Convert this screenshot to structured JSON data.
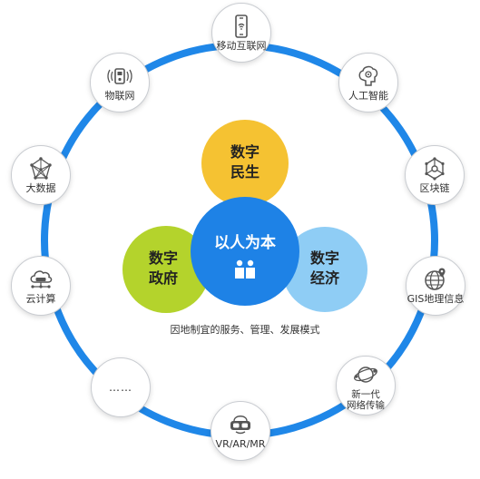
{
  "center": {
    "people": "以人为本",
    "livelihood": [
      "数字",
      "民生"
    ],
    "government": [
      "数字",
      "政府"
    ],
    "economy": [
      "数字",
      "经济"
    ],
    "caption": "因地制宜的服务、管理、发展模式"
  },
  "nodes": {
    "mobile": {
      "label": "移动互联网",
      "icon": "smartphone-icon"
    },
    "ai": {
      "label": "人工智能",
      "icon": "brain-gear-icon"
    },
    "blockchain": {
      "label": "区块链",
      "icon": "network-hexagon-icon"
    },
    "gis": {
      "label": "GIS地理信息",
      "icon": "globe-pin-icon"
    },
    "nextnet": {
      "line1": "新一代",
      "line2": "网络传输",
      "icon": "orbit-globe-icon"
    },
    "vr": {
      "label": "VR/AR/MR",
      "icon": "vr-headset-icon"
    },
    "more": {
      "label": "……"
    },
    "cloud": {
      "label": "云计算",
      "icon": "cloud-server-icon"
    },
    "bigdata": {
      "label": "大数据",
      "icon": "data-mesh-icon"
    },
    "iot": {
      "label": "物联网",
      "icon": "iot-device-icon"
    }
  },
  "colors": {
    "ring": "#1f87e8",
    "livelihood": "#f5c232",
    "government": "#b4d32c",
    "economy": "#8fcdf5",
    "people": "#1e82e6",
    "icon": "#555555"
  }
}
